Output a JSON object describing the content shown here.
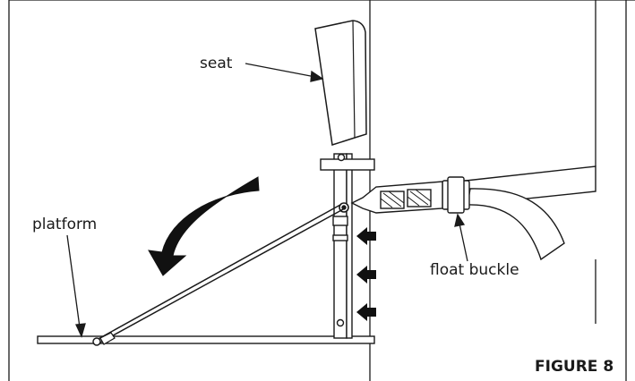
{
  "labels": {
    "seat": "seat",
    "platform": "platform",
    "float_buckle": "float buckle"
  },
  "caption": "FIGURE 8",
  "colors": {
    "line": "#1a1a1a",
    "fill": "#ffffff"
  },
  "icons": [
    "curved-arrow-icon",
    "push-arrow-icon"
  ]
}
